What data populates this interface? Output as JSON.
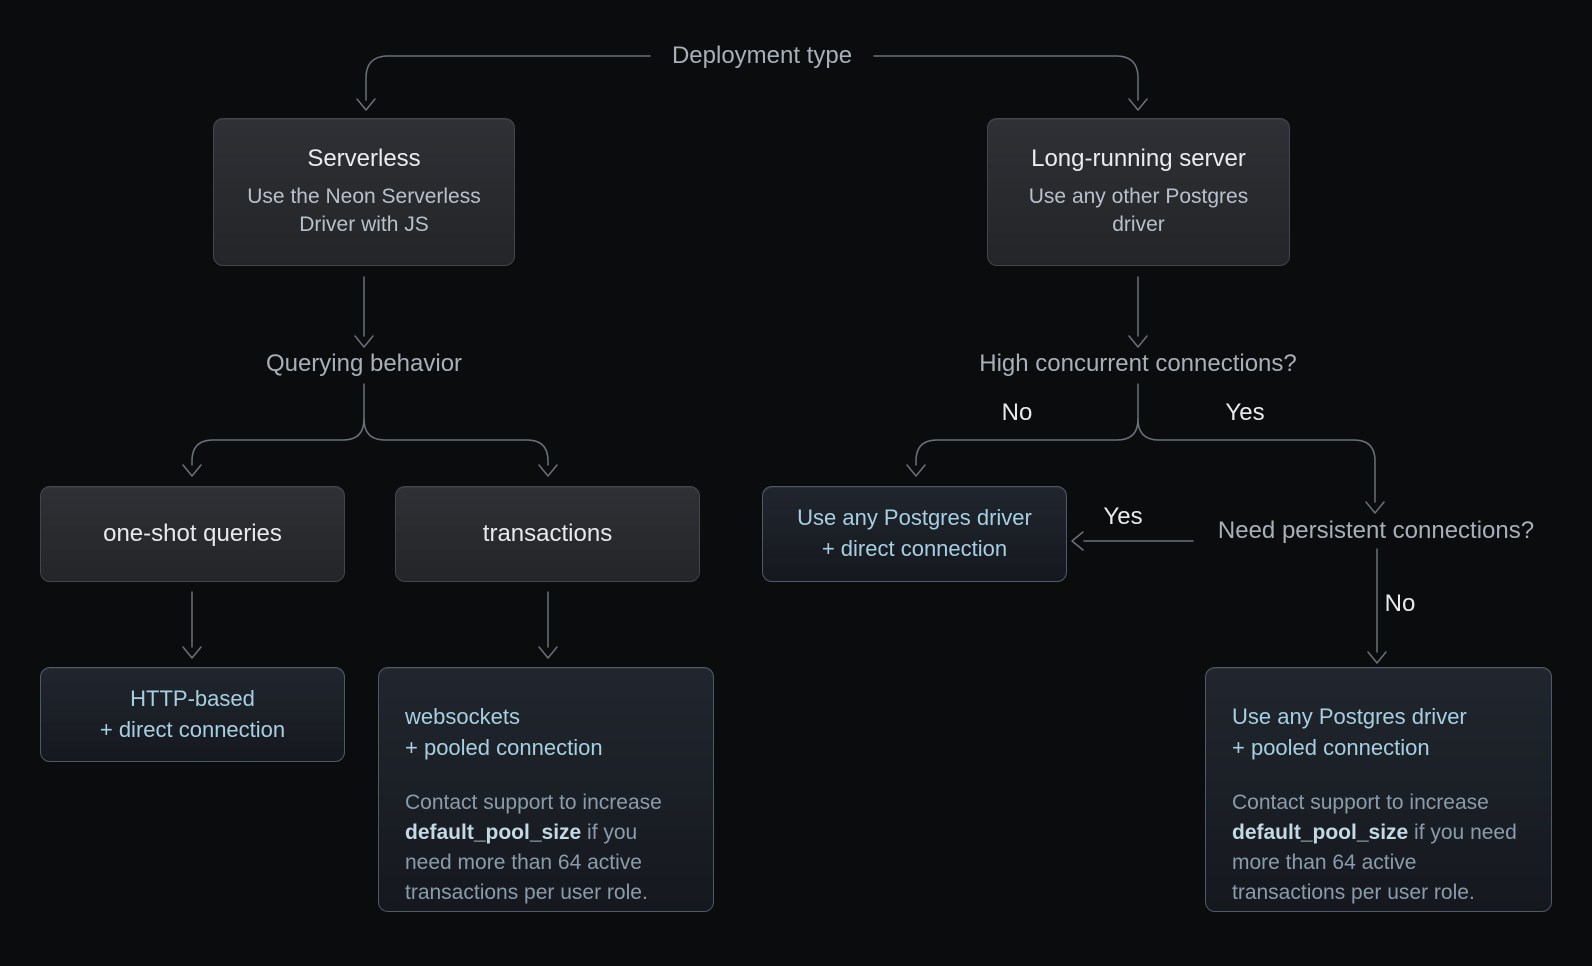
{
  "colors": {
    "background": "#0b0c0e",
    "connector_line": "#6a7079",
    "accent_blue_text": "#a6cfe2",
    "note_text": "#8a9cab",
    "note_bold_text": "#c4d9e6",
    "label_muted": "#a8afb9",
    "label_bright": "#e8eaed",
    "decision_box_border": "#41454c",
    "result_box_border": "#4e5a67"
  },
  "labels": {
    "deployment_type": "Deployment type",
    "querying_behavior": "Querying behavior",
    "high_concurrent": "High concurrent connections?",
    "need_persistent": "Need persistent connections?",
    "branch_no_left": "No",
    "branch_yes_right": "Yes",
    "branch_yes_mid": "Yes",
    "branch_no_bottom": "No"
  },
  "nodes": {
    "serverless": {
      "title": "Serverless",
      "subtitle": "Use the Neon Serverless Driver with JS"
    },
    "long_running": {
      "title": "Long-running server",
      "subtitle": "Use any other Postgres driver"
    },
    "one_shot": {
      "label": "one-shot queries"
    },
    "transactions": {
      "label": "transactions"
    },
    "http_direct": {
      "line1": "HTTP-based",
      "line2": "+ direct connection"
    },
    "ws_pooled": {
      "line1": "websockets",
      "line2": "+ pooled connection",
      "note_pre": "Contact support to increase ",
      "note_bold": "default_pool_size",
      "note_post": " if you need more than 64 active transactions per user role."
    },
    "any_direct": {
      "line1": "Use any Postgres driver",
      "line2": "+ direct connection"
    },
    "any_pooled": {
      "line1": "Use any Postgres driver",
      "line2": "+ pooled connection",
      "note_pre": "Contact support to increase ",
      "note_bold": "default_pool_size",
      "note_post": " if you need more than 64 active transactions per user role."
    }
  }
}
